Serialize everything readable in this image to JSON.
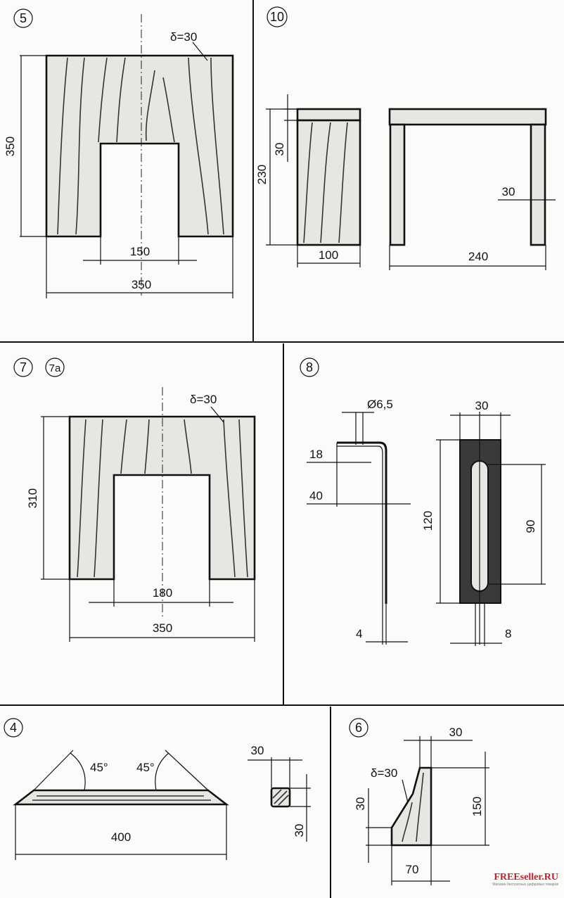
{
  "panel_5": {
    "number": "5",
    "thickness": "δ=30",
    "height": "350",
    "cutout_width": "150",
    "width": "350"
  },
  "panel_10": {
    "number": "10",
    "height": "230",
    "top_thickness": "30",
    "side_width": "100",
    "leg_thickness": "30",
    "length": "240"
  },
  "panel_7": {
    "number": "7",
    "number_alt": "7a",
    "thickness": "δ=30",
    "height": "310",
    "cutout_width": "180",
    "width": "350"
  },
  "panel_8": {
    "number": "8",
    "hole_diameter": "Ø6,5",
    "flange_offset": "18",
    "flange_length": "40",
    "rod_thickness": "4",
    "width": "30",
    "height": "120",
    "slot_length": "90",
    "plate_thickness": "8"
  },
  "panel_4": {
    "number": "4",
    "angle_left": "45°",
    "angle_right": "45°",
    "length": "400",
    "section_width": "30",
    "section_height": "30"
  },
  "panel_6": {
    "number": "6",
    "top_width": "30",
    "thickness": "δ=30",
    "step_height": "30",
    "height": "150",
    "base_width": "70"
  },
  "watermark": {
    "brand": "FREEseller.RU",
    "tagline": "Магазин бесплатных цифровых товаров"
  }
}
